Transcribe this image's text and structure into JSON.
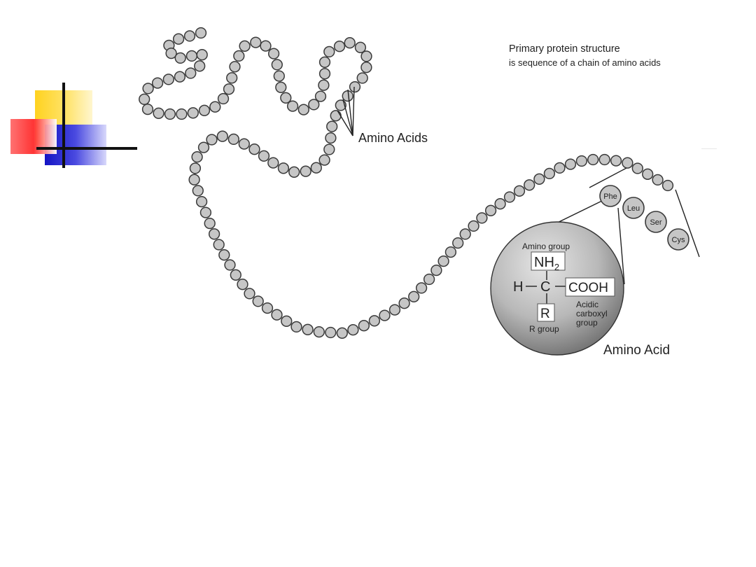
{
  "caption": {
    "title": "Primary protein structure",
    "subtitle": "is sequence of a chain of amino acids"
  },
  "labels": {
    "chain_pointer": "Amino Acids",
    "residues": [
      "Phe",
      "Leu",
      "Ser",
      "Cys"
    ],
    "detail_title": "Amino Acid",
    "amino_group": "Amino group",
    "nh2": "NH",
    "nh2_subscript": "2",
    "hydrogen": "H",
    "carbon": "C",
    "carboxyl": "COOH",
    "r": "R",
    "r_group": "R group",
    "acidic_carboxyl_group": [
      "Acidic",
      "carboxyl",
      "group"
    ]
  },
  "colors": {
    "bead_fill": "#c6c6c6",
    "bead_stroke": "#3a3a3a",
    "accent_yellow": "#ffd21f",
    "accent_red": "#ff2a2a",
    "accent_blue": "#1414c4"
  }
}
